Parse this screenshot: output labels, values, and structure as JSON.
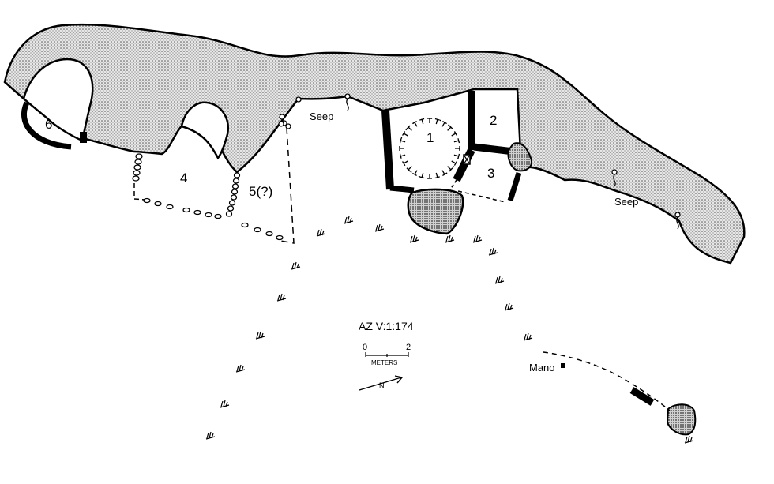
{
  "site_id": "AZ V:1:174",
  "rooms": [
    "1",
    "2",
    "3",
    "4",
    "5(?)",
    "6"
  ],
  "seep_label": "Seep",
  "mano_label": "Mano",
  "scale": {
    "min": "0",
    "max": "2",
    "unit": "METERS"
  },
  "north_label": "N",
  "colors": {
    "ink": "#000000",
    "paper": "#ffffff",
    "stipple": "#8a8a8a"
  }
}
